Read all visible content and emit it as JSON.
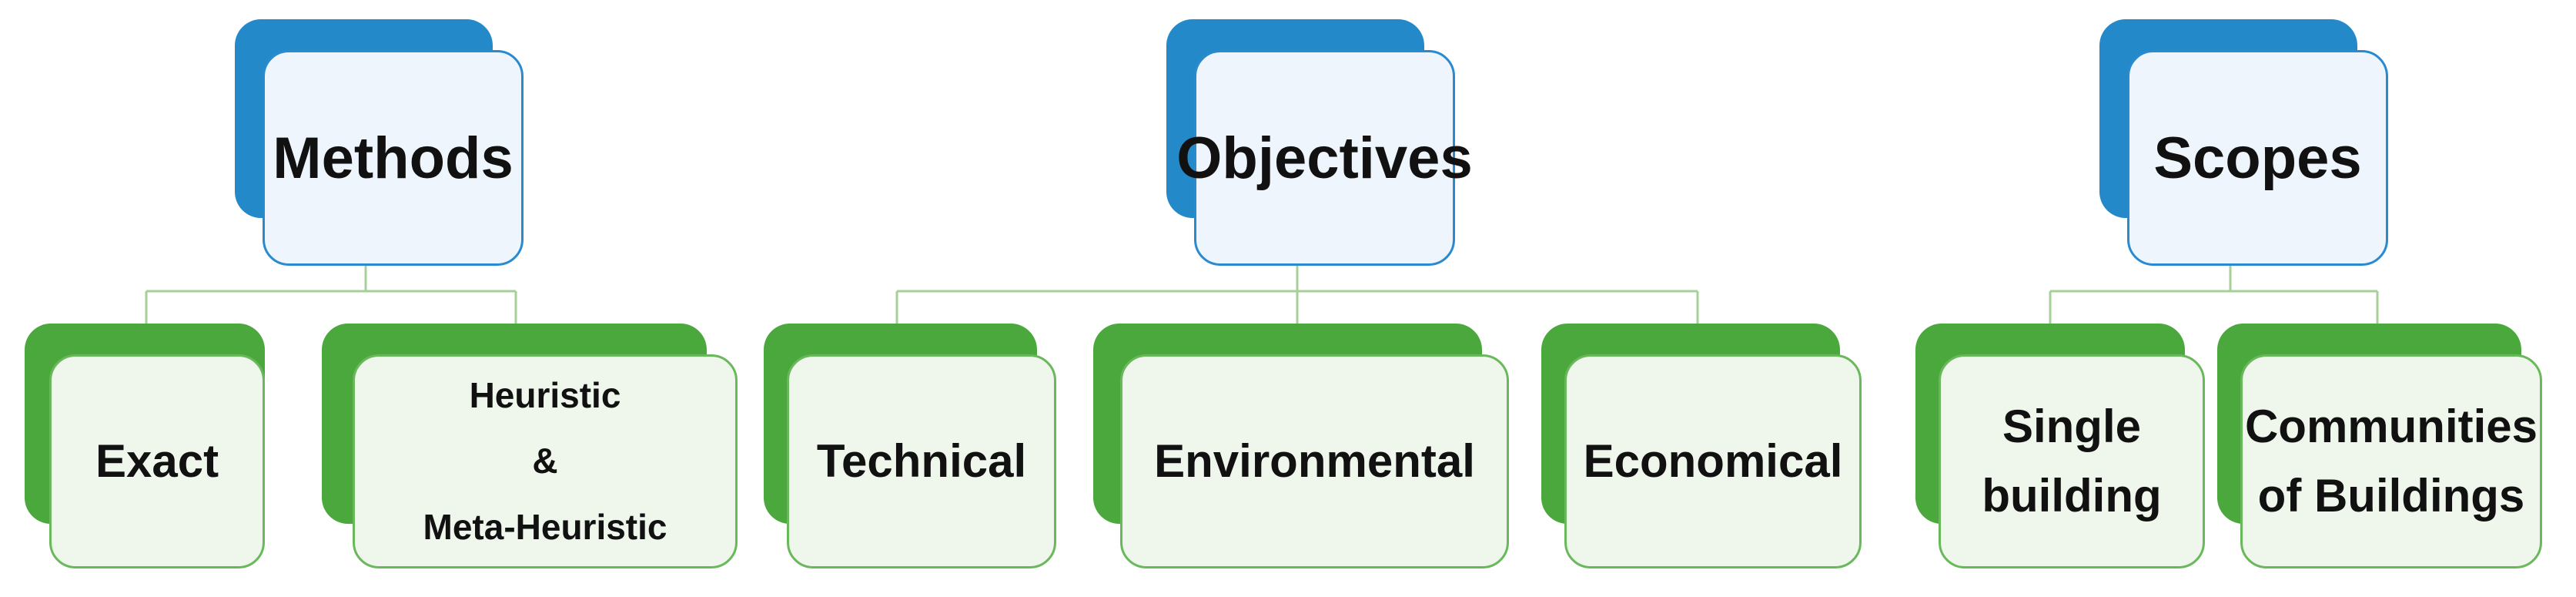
{
  "colors": {
    "top_shadow": "#2489c9",
    "top_fill": "#eef5fc",
    "top_border": "#2a8ad0",
    "sub_shadow": "#4aa83c",
    "sub_fill": "#eff6ec",
    "sub_border": "#6ab85c",
    "connector": "#a7cf98"
  },
  "groups": [
    {
      "id": "methods",
      "label": "Methods",
      "children": [
        {
          "id": "exact",
          "lines": [
            "Exact"
          ]
        },
        {
          "id": "heuristic",
          "lines": [
            "Heuristic",
            "&",
            "Meta-Heuristic"
          ]
        }
      ]
    },
    {
      "id": "objectives",
      "label": "Objectives",
      "children": [
        {
          "id": "technical",
          "lines": [
            "Technical"
          ]
        },
        {
          "id": "environmental",
          "lines": [
            "Environmental"
          ]
        },
        {
          "id": "economical",
          "lines": [
            "Economical"
          ]
        }
      ]
    },
    {
      "id": "scopes",
      "label": "Scopes",
      "children": [
        {
          "id": "single-building",
          "lines": [
            "Single",
            "building"
          ]
        },
        {
          "id": "communities",
          "lines": [
            "Communities",
            "of Buildings"
          ]
        }
      ]
    }
  ]
}
